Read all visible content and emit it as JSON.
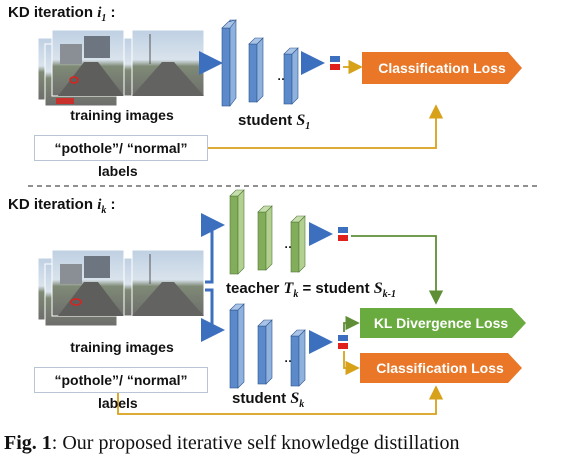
{
  "top": {
    "heading": "KD iteration",
    "heading_sub": "1",
    "images_label": "training images",
    "student_label": "student",
    "student_sub": "1",
    "labels_box": "“pothole”/ “normal”",
    "labels_caption": "labels",
    "class_loss": "Classification Loss"
  },
  "bottom": {
    "heading": "KD iteration",
    "heading_sub": "k",
    "images_label": "training images",
    "teacher_label": "teacher",
    "teacher_sub": "k",
    "equals_student": "= student",
    "teacher_student_sub": "k-1",
    "student_label": "student",
    "student_sub": "k",
    "labels_box": "“pothole”/ “normal”",
    "labels_caption": "labels",
    "kl_loss": "KL Divergence Loss",
    "class_loss": "Classification Loss"
  },
  "caption": {
    "fig": "Fig. 1",
    "text": ": Our proposed iterative self knowledge distillation"
  },
  "colors": {
    "student_blue": "#4a78b8",
    "teacher_green": "#76a34a",
    "loss_orange": "#e97727",
    "kl_green": "#6aab3f",
    "arrow_blue": "#3c6fbd",
    "arrow_gold": "#d7a11a",
    "arrow_green": "#5f8e37"
  }
}
